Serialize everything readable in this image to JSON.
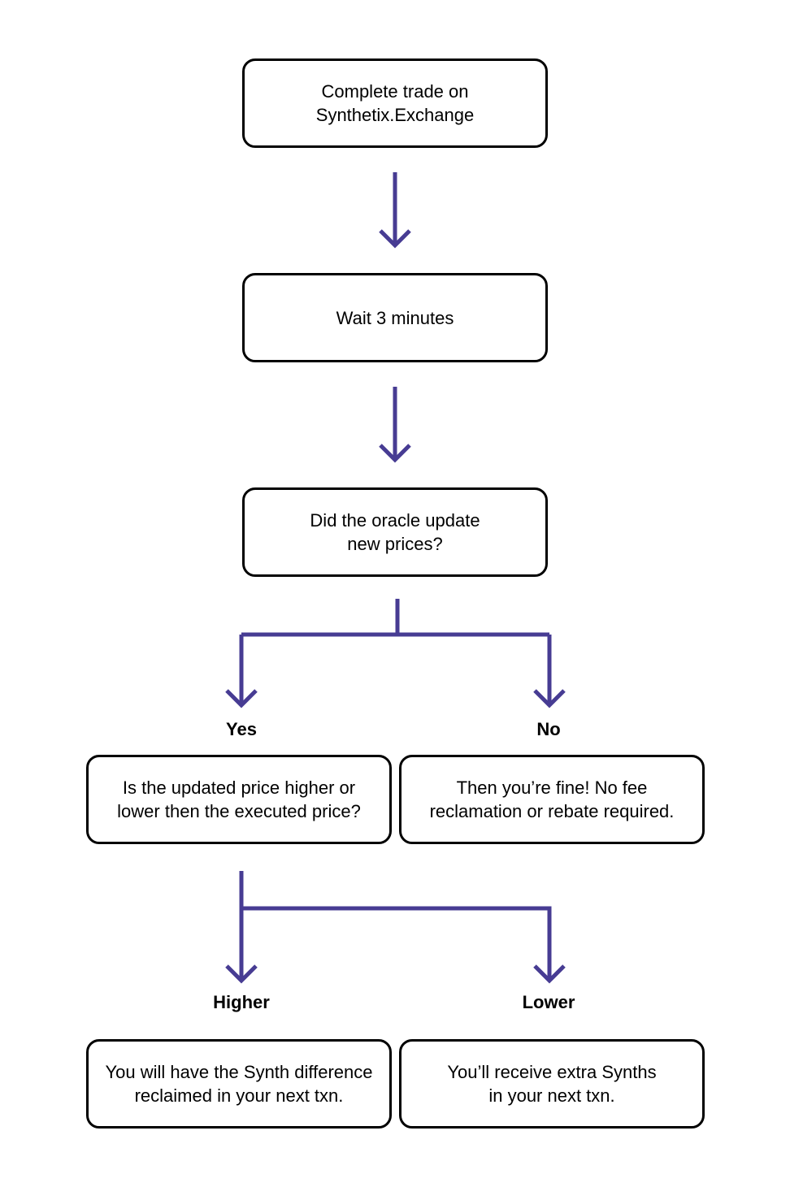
{
  "colors": {
    "connector": "#473c93",
    "box_border": "#000000",
    "background": "#ffffff"
  },
  "nodes": {
    "start": {
      "line1": "Complete trade on",
      "line2": "Synthetix.Exchange"
    },
    "wait": {
      "line1": "Wait 3 minutes"
    },
    "oracle": {
      "line1": "Did the oracle update",
      "line2": "new prices?"
    },
    "compare": {
      "line1": "Is the updated price higher or",
      "line2": "lower then the executed price?"
    },
    "fine": {
      "line1": "Then you’re fine! No fee",
      "line2": "reclamation or rebate required."
    },
    "higher_result": {
      "line1": "You will have the Synth difference",
      "line2": "reclaimed in your next txn."
    },
    "lower_result": {
      "line1": "You’ll receive extra Synths",
      "line2": "in your next txn."
    }
  },
  "branches": {
    "yes": "Yes",
    "no": "No",
    "higher": "Higher",
    "lower": "Lower"
  }
}
